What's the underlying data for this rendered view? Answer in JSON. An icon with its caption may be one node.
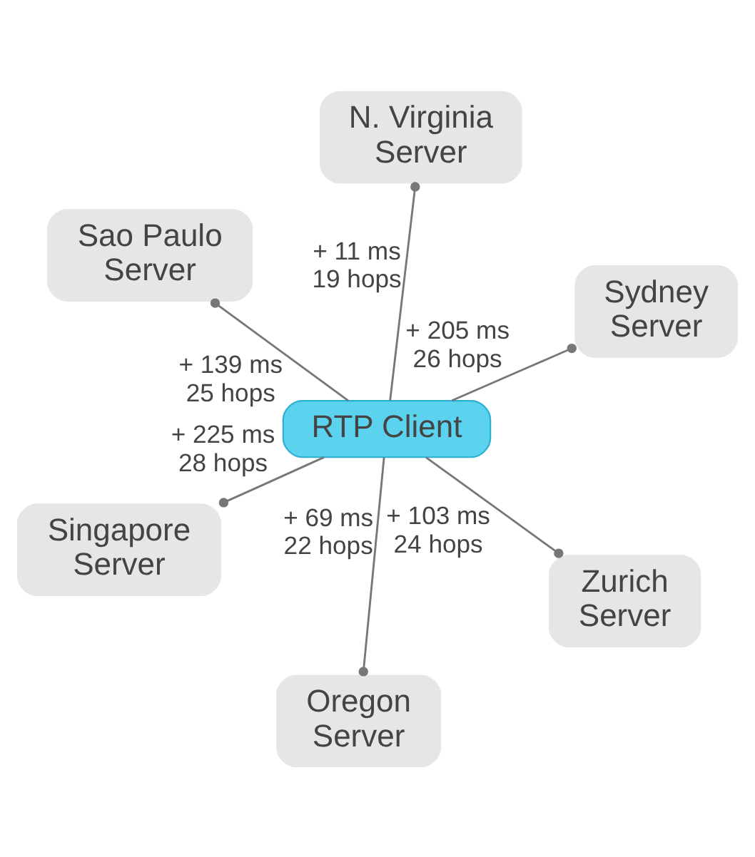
{
  "diagram": {
    "nodes": [
      {
        "text": [
          "N. Virginia Server"
        ]
      },
      {
        "text": [
          "Oregon Server"
        ]
      },
      {
        "text": [
          "Zurich Server"
        ]
      },
      {
        "text": [
          "RTP Client"
        ]
      },
      {
        "text": [
          "Sao Paulo Server"
        ]
      },
      {
        "text": [
          "Singapore Server"
        ]
      },
      {
        "text": [
          "Sydney Server"
        ]
      }
    ],
    "edges": [
      {
        "from": 3,
        "to": 0,
        "arrow": "other",
        "label": "+ 11 ms 19 hops"
      },
      {
        "from": 3,
        "to": 1,
        "arrow": "other",
        "label": "+ 69 ms 22 hops"
      },
      {
        "from": 3,
        "to": 2,
        "arrow": "other",
        "label": "+ 103 ms 24 hops"
      },
      {
        "from": 3,
        "to": 4,
        "arrow": "other",
        "label": "+ 139 ms 25 hops"
      },
      {
        "from": 3,
        "to": 6,
        "arrow": "other",
        "label": "+ 205 ms 26 hops"
      },
      {
        "from": 3,
        "to": 5,
        "arrow": "other",
        "label": "+ 225 ms 28 hops"
      }
    ]
  }
}
